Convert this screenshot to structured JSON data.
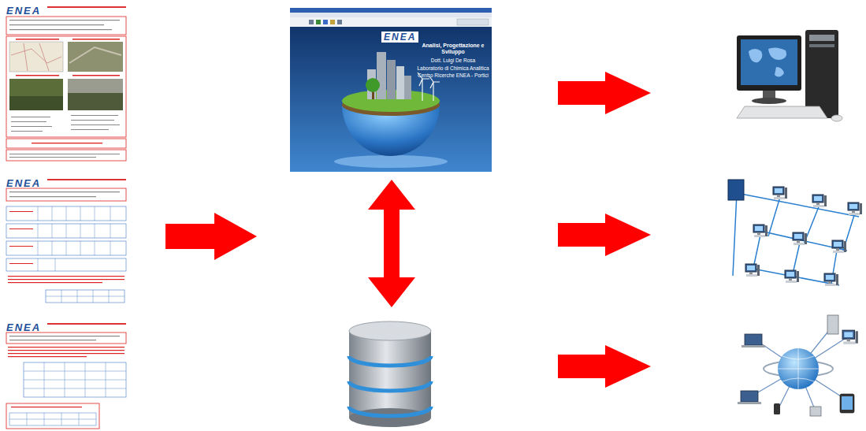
{
  "diagram": {
    "nodes": [
      {
        "text": [
          "ENEA"
        ]
      },
      {
        "text": [
          "ENEA"
        ]
      },
      {
        "text": [
          "ENEA"
        ]
      },
      {
        "text": [
          "ENEA",
          "Analisi, Progettazione e Sviluppo",
          "Dott. Luigi De Rosa",
          "Laboratorio di Chimica Analitica",
          "Centro Ricerche ENEA - Portici"
        ]
      }
    ]
  }
}
